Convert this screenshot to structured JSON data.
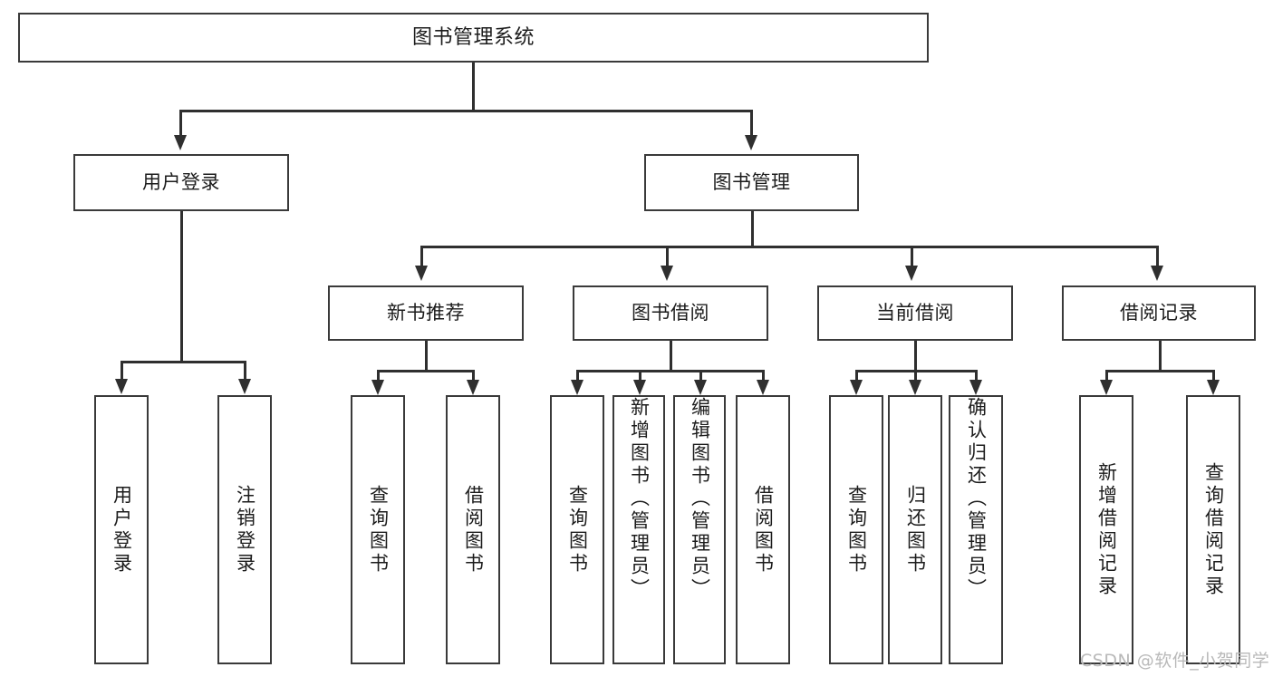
{
  "diagram": {
    "type": "tree-hierarchy-chart",
    "title": "图书管理系统",
    "watermark": "CSDN @软件_小贺同学",
    "colors": {
      "box_border": "#3a3a3a",
      "connector": "#2f2f2f",
      "text": "#1c1c1c",
      "background": "#ffffff",
      "watermark": "#b9b9b9"
    },
    "levels": [
      {
        "level": 1,
        "nodes": [
          {
            "id": "root",
            "label": "图书管理系统",
            "orientation": "horizontal"
          }
        ]
      },
      {
        "level": 2,
        "nodes": [
          {
            "id": "user-login",
            "label": "用户登录",
            "orientation": "horizontal",
            "parent": "root"
          },
          {
            "id": "book-manage",
            "label": "图书管理",
            "orientation": "horizontal",
            "parent": "root"
          }
        ]
      },
      {
        "level": 3,
        "nodes": [
          {
            "id": "new-book-recommend",
            "label": "新书推荐",
            "orientation": "horizontal",
            "parent": "book-manage"
          },
          {
            "id": "book-borrow",
            "label": "图书借阅",
            "orientation": "horizontal",
            "parent": "book-manage"
          },
          {
            "id": "current-borrow",
            "label": "当前借阅",
            "orientation": "horizontal",
            "parent": "book-manage"
          },
          {
            "id": "borrow-record",
            "label": "借阅记录",
            "orientation": "horizontal",
            "parent": "book-manage"
          }
        ]
      },
      {
        "level": 4,
        "nodes": [
          {
            "id": "leaf-user-login",
            "label": "用户登录",
            "orientation": "vertical",
            "parent": "user-login"
          },
          {
            "id": "leaf-logout-login",
            "label": "注销登录",
            "orientation": "vertical",
            "parent": "user-login"
          },
          {
            "id": "leaf-query-book-1",
            "label": "查询图书",
            "orientation": "vertical",
            "parent": "new-book-recommend"
          },
          {
            "id": "leaf-borrow-book-1",
            "label": "借阅图书",
            "orientation": "vertical",
            "parent": "new-book-recommend"
          },
          {
            "id": "leaf-query-book-2",
            "label": "查询图书",
            "orientation": "vertical",
            "parent": "book-borrow"
          },
          {
            "id": "leaf-add-book",
            "label": "新增图书（管理员）",
            "orientation": "vertical",
            "parent": "book-borrow"
          },
          {
            "id": "leaf-edit-book",
            "label": "编辑图书（管理员）",
            "orientation": "vertical",
            "parent": "book-borrow"
          },
          {
            "id": "leaf-borrow-book-2",
            "label": "借阅图书",
            "orientation": "vertical",
            "parent": "book-borrow"
          },
          {
            "id": "leaf-query-book-3",
            "label": "查询图书",
            "orientation": "vertical",
            "parent": "current-borrow"
          },
          {
            "id": "leaf-return-book",
            "label": "归还图书",
            "orientation": "vertical",
            "parent": "current-borrow"
          },
          {
            "id": "leaf-confirm-return",
            "label": "确认归还（管理员）",
            "orientation": "vertical",
            "parent": "current-borrow"
          },
          {
            "id": "leaf-add-record",
            "label": "新增借阅记录",
            "orientation": "vertical",
            "parent": "borrow-record"
          },
          {
            "id": "leaf-query-record",
            "label": "查询借阅记录",
            "orientation": "vertical",
            "parent": "borrow-record"
          }
        ]
      }
    ]
  }
}
